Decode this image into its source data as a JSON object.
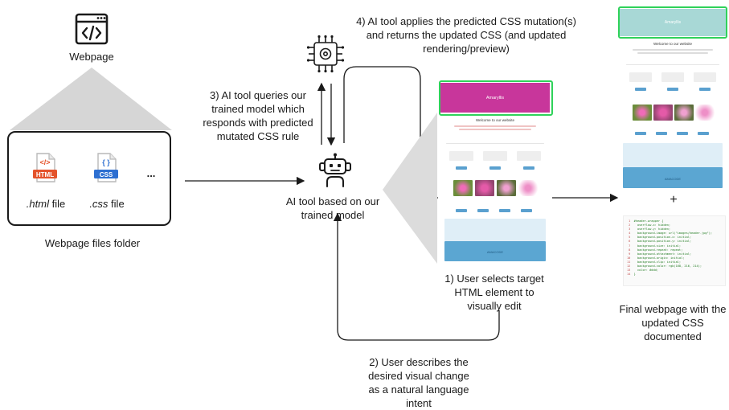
{
  "left": {
    "webpage_label": "Webpage",
    "files": [
      {
        "badge": "HTML",
        "glyph": "</>",
        "name_italic": ".html",
        "name_rest": " file",
        "color": "#e4532b"
      },
      {
        "badge": "CSS",
        "glyph": "{ }",
        "name_italic": ".css",
        "name_rest": " file",
        "color": "#2d6fd1"
      }
    ],
    "more": "...",
    "folder_label": "Webpage files folder"
  },
  "center": {
    "step3": "3) AI tool queries our trained model which responds with predicted mutated CSS rule",
    "ai_label": "AI tool based on our trained model",
    "step4": "4) AI tool applies the predicted CSS mutation(s) and returns the updated CSS (and updated rendering/preview)"
  },
  "preview": {
    "site_name": "Amaryllis",
    "welcome": "Welcome to our website",
    "footer_text": "AMACODE",
    "step1": "1) User selects target HTML element to visually edit",
    "hero_color": "#c8369b",
    "highlight_color": "#2fd25a"
  },
  "step2": "2) User describes the desired visual change as a natural language intent",
  "final": {
    "site_name": "Amaryllis",
    "welcome": "Welcome to our website",
    "footer_text": "AMACODE",
    "hero_color": "#a8d8d6",
    "plus": "+",
    "css_lines": [
      "#header-wrapper {",
      "  overflow-x: hidden;",
      "  overflow-y: hidden;",
      "  background-image: url(\"images/header.jpg\");",
      "  background-position-x: initial;",
      "  background-position-y: initial;",
      "  background-size: initial;",
      "  background-repeat: repeat;",
      "  background-attachment: initial;",
      "  background-origin: initial;",
      "  background-clip: initial;",
      "  background-color: rgb(168, 216, 214);",
      "  color: #ddd;",
      "}"
    ],
    "caption": "Final webpage with the updated CSS documented"
  }
}
